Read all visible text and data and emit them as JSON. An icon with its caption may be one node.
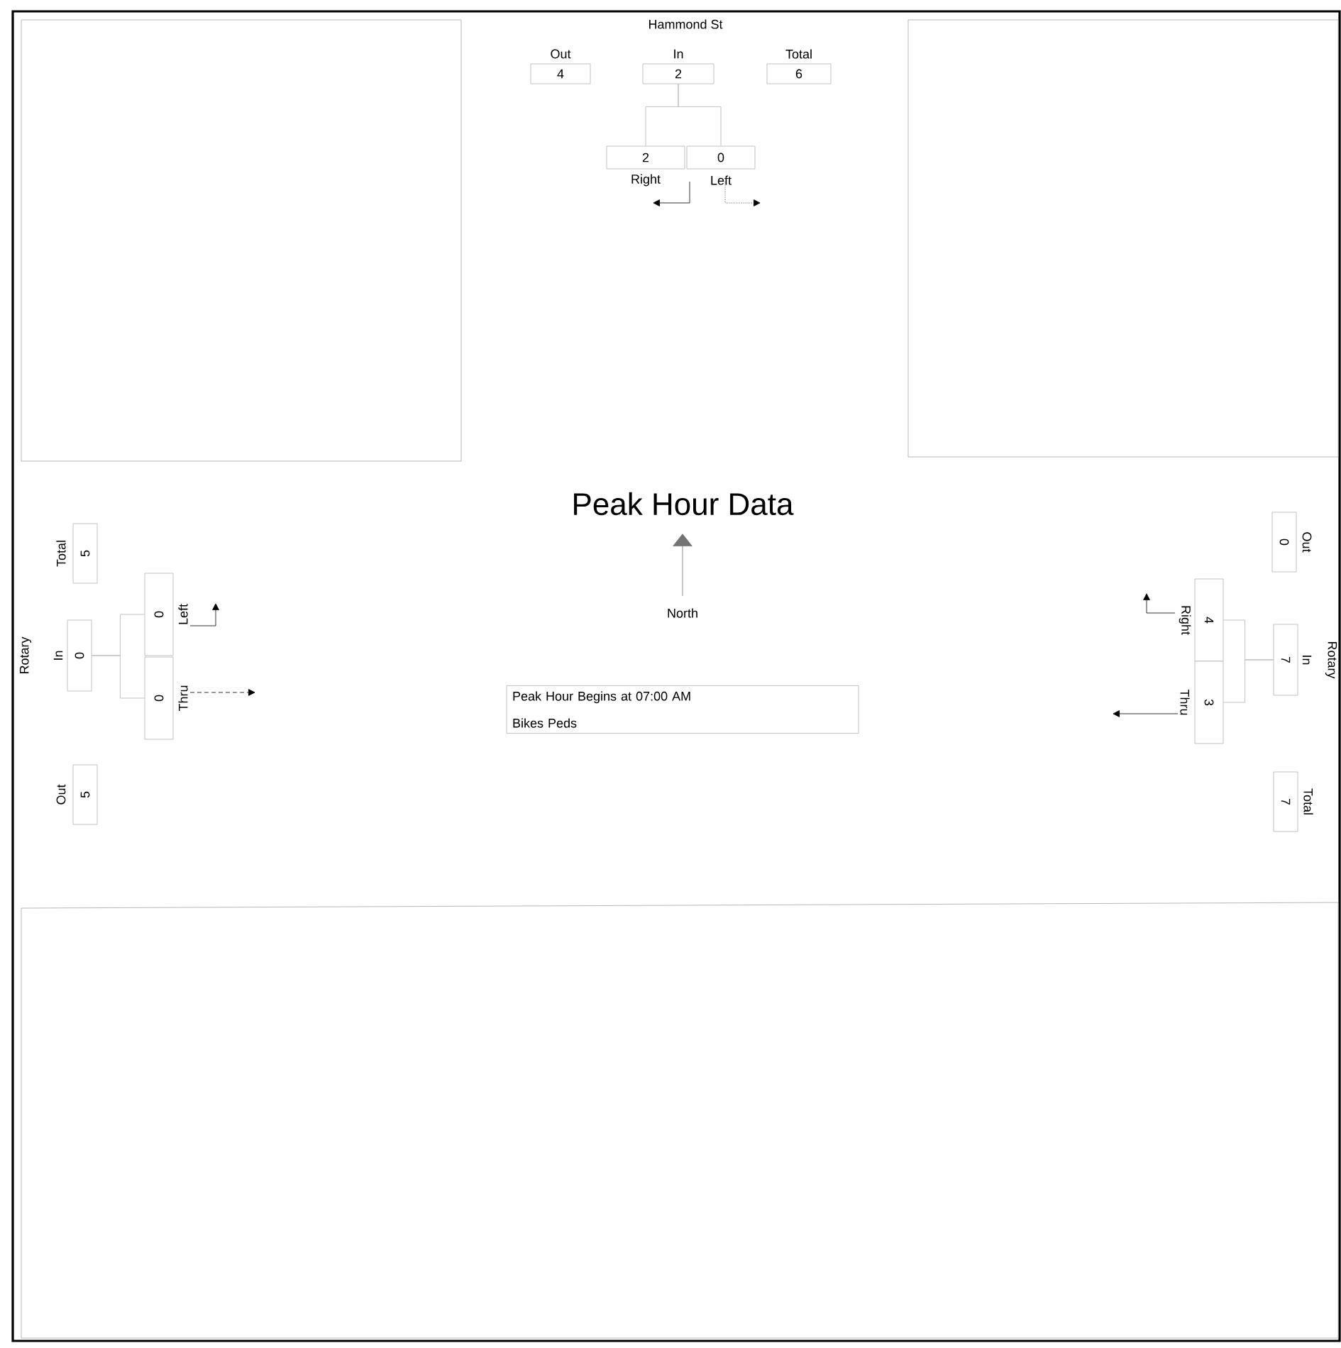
{
  "diagram": {
    "title": "Peak Hour Data",
    "nodes": [
      {
        "text": [
          "Out",
          "4"
        ]
      },
      {
        "text": [
          "In",
          "2"
        ]
      },
      {
        "text": [
          "Total",
          "6"
        ]
      },
      {
        "text": [
          "2",
          "Right"
        ]
      },
      {
        "text": [
          "0",
          "Left"
        ]
      },
      {
        "text": [
          "Total",
          "5"
        ]
      },
      {
        "text": [
          "In",
          "0"
        ]
      },
      {
        "text": [
          "Out",
          "5"
        ]
      },
      {
        "text": [
          "0",
          "Left"
        ]
      },
      {
        "text": [
          "0",
          "Thru"
        ]
      },
      {
        "text": [
          "Out",
          "0"
        ]
      },
      {
        "text": [
          "In",
          "7"
        ]
      },
      {
        "text": [
          "Total",
          "7"
        ]
      },
      {
        "text": [
          "4",
          "Right"
        ]
      },
      {
        "text": [
          "3",
          "Thru"
        ]
      },
      {
        "text": [
          "Peak Hour Begins at 07:00 AM",
          "Bikes Peds"
        ]
      }
    ],
    "edges": [
      {
        "from": 1,
        "to": 3,
        "arrow": "none"
      },
      {
        "from": 1,
        "to": 4,
        "arrow": "none"
      },
      {
        "from": 6,
        "to": 8,
        "arrow": "none"
      },
      {
        "from": 6,
        "to": 9,
        "arrow": "none"
      },
      {
        "from": 11,
        "to": 13,
        "arrow": "none"
      },
      {
        "from": 11,
        "to": 14,
        "arrow": "none"
      }
    ],
    "labels": [
      "Hammond St",
      "Rotary",
      "Rotary",
      "North"
    ]
  }
}
